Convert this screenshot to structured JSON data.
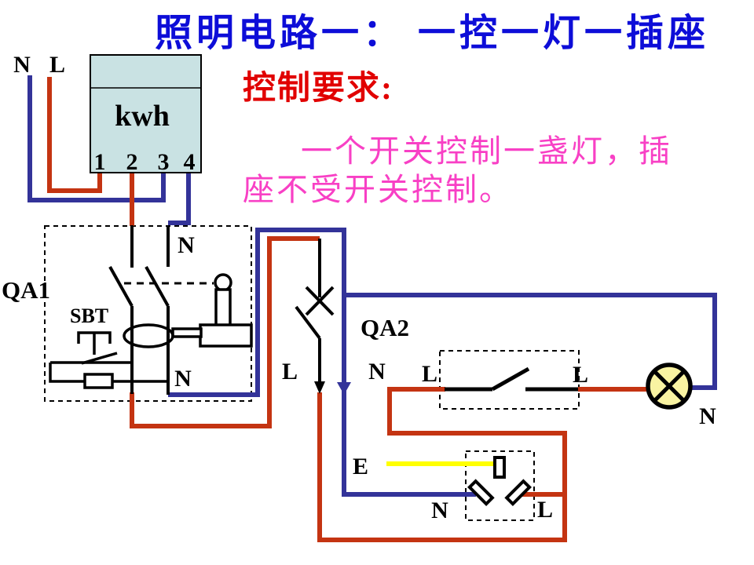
{
  "slide": {
    "title": "照明电路一： 一控一灯一插座",
    "requirement": {
      "heading": "控制要求:",
      "line1": "一个开关控制一盏灯，插",
      "line2": "座不受开关控制。"
    }
  },
  "labels": {
    "supply": {
      "neutral": "N",
      "live": "L"
    },
    "meter": {
      "name": "kwh",
      "terminals": [
        "1",
        "2",
        "3",
        "4"
      ]
    },
    "qa1": {
      "name": "QA1",
      "test_button": "SBT",
      "neutral_top": "N",
      "neutral_bottom": "N"
    },
    "qa2": {
      "name": "QA2",
      "live": "L",
      "neutral": "N"
    },
    "wall_switch": {
      "live_in": "L",
      "live_out": "L"
    },
    "lamp": {
      "neutral": "N"
    },
    "socket": {
      "earth": "E",
      "neutral": "N",
      "live": "L"
    }
  },
  "colors": {
    "title_blue": "#0d0dd8",
    "heading_red": "#e10000",
    "requirement_pink": "#f840c5",
    "live_wire_red": "#c43412",
    "neutral_wire_blue": "#333399",
    "earth_wire_yellow": "#ffff00",
    "meter_fill": "#c9e2e3",
    "lamp_fill": "#f9f3a2"
  }
}
